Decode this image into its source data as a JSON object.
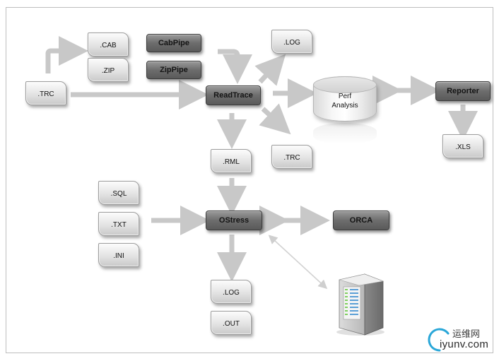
{
  "nodes": {
    "cab": ".CAB",
    "zip": ".ZIP",
    "trc_in": ".TRC",
    "cabpipe": "CabPipe",
    "zippipe": "ZipPipe",
    "readtrace": "ReadTrace",
    "log_top": ".LOG",
    "trc_out": ".TRC",
    "rml": ".RML",
    "perf_line1": "Perf",
    "perf_line2": "Analysis",
    "reporter": "Reporter",
    "xls": ".XLS",
    "sql": ".SQL",
    "txt": ".TXT",
    "ini": ".INI",
    "ostress": "OStress",
    "orca": "ORCA",
    "log_bottom": ".LOG",
    "out": ".OUT"
  },
  "watermark": {
    "chinese": "运维网",
    "domain": "iyunv.com"
  },
  "colors": {
    "arrow": "#c8c8c8",
    "tool_fill": "#6d6d6d",
    "file_fill": "#e3e3e3",
    "watermark_arc": "#2aa7d8"
  }
}
